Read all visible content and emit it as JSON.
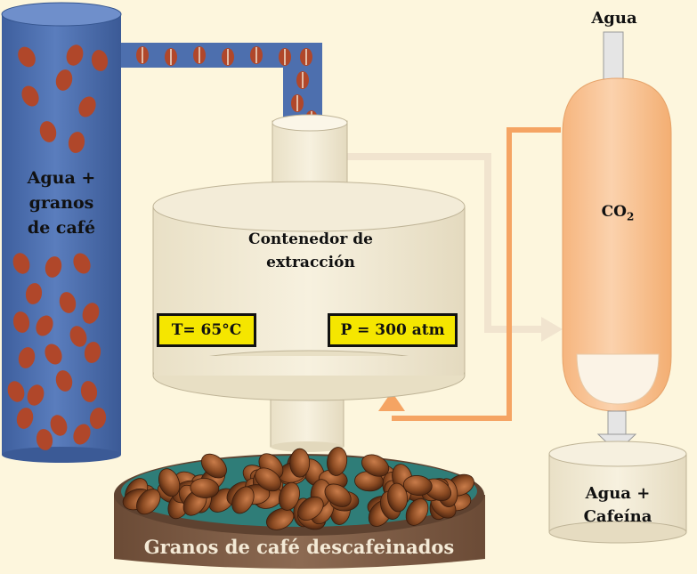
{
  "labels": {
    "column": "Agua + granos de café",
    "column_line1": "Agua +",
    "column_line2": "granos",
    "column_line3": "de café",
    "vessel_line1": "Contenedor de",
    "vessel_line2": "extracción",
    "temperature": "T= 65°C",
    "pressure": "P = 300 atm",
    "water_in": "Agua",
    "co2_main": "CO",
    "co2_sub": "2",
    "output_line1": "Agua +",
    "output_line2": "Cafeína",
    "tray": "Granos  de café descafeinados"
  },
  "colors": {
    "background": "#fdf6dd",
    "column_blue": "#4d6fae",
    "bean": "#b0472a",
    "vessel": "#f3ecd6",
    "co2_tank": "#f9c393",
    "arrow_orange": "#f5a463",
    "box_yellow": "#f5e600",
    "tray_brown": "#7a5a44"
  }
}
